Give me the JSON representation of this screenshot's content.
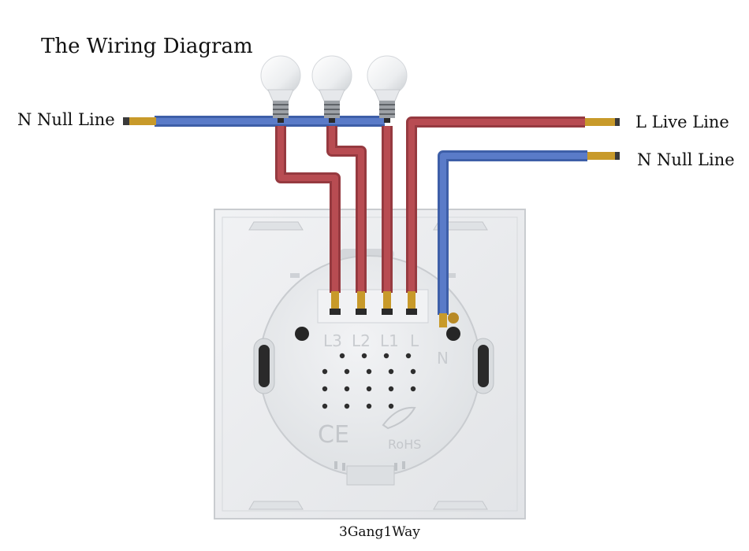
{
  "title": "The Wiring Diagram",
  "labels": {
    "n_null_left": "N Null Line",
    "l_live_right": "L Live Line",
    "n_null_right": "N Null Line"
  },
  "terminals": [
    "L3",
    "L2",
    "L1",
    "L",
    "N"
  ],
  "marks": {
    "ce": "CE",
    "rohs": "RoHS"
  },
  "caption": "3Gang1Way",
  "colors": {
    "neutral_wire": "#4f6fbf",
    "live_wire": "#b0474d",
    "copper_tip": "#c89a2a",
    "panel": "#eef0f2"
  },
  "bulb_count": 3
}
